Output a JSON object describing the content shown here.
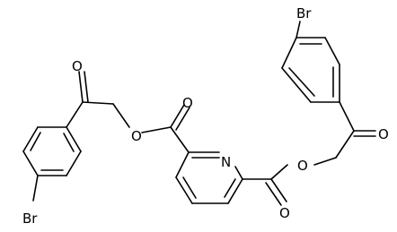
{
  "structure": {
    "atom_labels": {
      "br_top": "Br",
      "br_bottom": "Br",
      "o_ketone_left": "O",
      "o_ether_left": "O",
      "o_carbonyl_left": "O",
      "n_pyridine": "N",
      "o_ether_right": "O",
      "o_carbonyl_right": "O",
      "o_ketone_right": "O"
    }
  }
}
